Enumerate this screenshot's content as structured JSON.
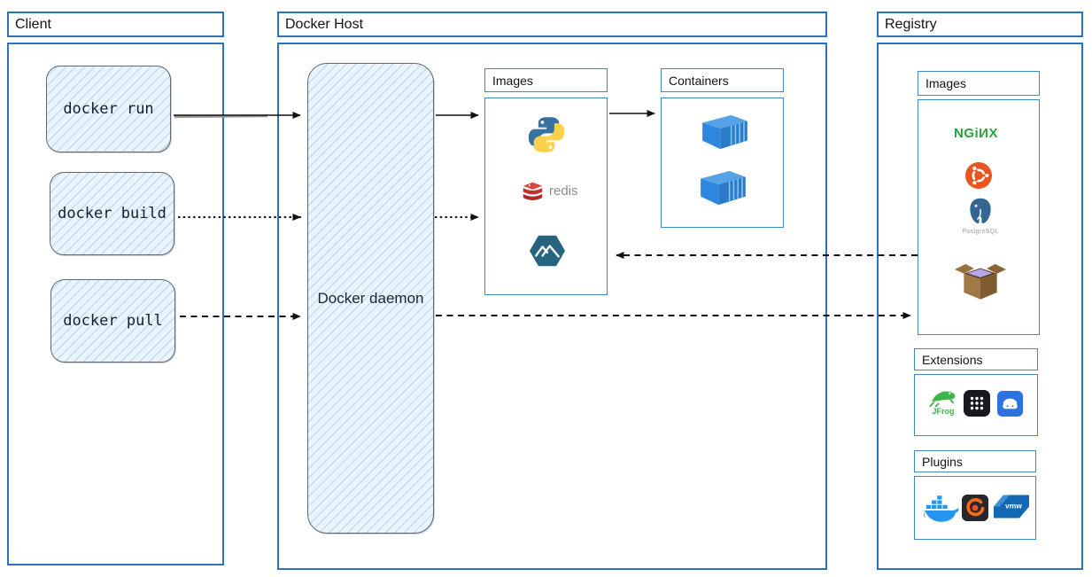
{
  "diagram": {
    "client": {
      "title": "Client",
      "commands": [
        {
          "label": "docker run"
        },
        {
          "label": "docker build"
        },
        {
          "label": "docker pull"
        }
      ]
    },
    "docker_host": {
      "title": "Docker Host",
      "daemon_label": "Docker daemon",
      "images": {
        "title": "Images",
        "items": [
          {
            "icon": "python-logo"
          },
          {
            "icon": "redis-logo",
            "label": "redis"
          },
          {
            "icon": "alpine-logo"
          }
        ]
      },
      "containers": {
        "title": "Containers",
        "items": [
          {
            "icon": "container-box"
          },
          {
            "icon": "container-box"
          }
        ]
      }
    },
    "registry": {
      "title": "Registry",
      "images": {
        "title": "Images",
        "items": [
          {
            "icon": "nginx-logo",
            "label": "NGiИX"
          },
          {
            "icon": "ubuntu-logo"
          },
          {
            "icon": "postgresql-logo",
            "label": "PostgreSQL"
          },
          {
            "icon": "busybox-logo"
          }
        ]
      },
      "extensions": {
        "title": "Extensions",
        "items": [
          {
            "icon": "jfrog-logo",
            "label": "JFrog"
          },
          {
            "icon": "apps-grid-icon"
          },
          {
            "icon": "disk-drive-icon"
          }
        ]
      },
      "plugins": {
        "title": "Plugins",
        "items": [
          {
            "icon": "docker-whale-logo"
          },
          {
            "icon": "grafana-logo"
          },
          {
            "icon": "vmware-logo",
            "label": "vmw"
          }
        ]
      }
    },
    "arrows": [
      {
        "from": "docker-run",
        "to": "docker-daemon",
        "style": "solid"
      },
      {
        "from": "docker-build",
        "to": "docker-daemon",
        "style": "dotted"
      },
      {
        "from": "docker-pull",
        "to": "docker-daemon",
        "style": "dashed"
      },
      {
        "from": "docker-daemon",
        "to": "host-images",
        "style": "solid"
      },
      {
        "from": "docker-daemon",
        "to": "host-images",
        "style": "dotted"
      },
      {
        "from": "host-images",
        "to": "containers",
        "style": "solid"
      },
      {
        "from": "registry-images",
        "to": "host-images",
        "style": "dashed"
      },
      {
        "from": "docker-daemon",
        "to": "registry-images",
        "style": "dashed"
      }
    ],
    "colors": {
      "frame_blue": "#2b72c0",
      "inner_frame_blue": "#3f87cd",
      "node_fill": "#eaf4fc",
      "node_border": "#5e6973",
      "arrow_black": "#111111",
      "nginx_green": "#23a53c",
      "ubuntu_orange": "#e95420",
      "redis_red": "#c6302b",
      "python_blue": "#3872a3",
      "python_yellow": "#fcd24c",
      "alpine_teal": "#26647f",
      "container_blue": "#2e86de",
      "postgres_blue": "#336791",
      "jfrog_green": "#3eb44a",
      "grafana_orange": "#ff6a13",
      "vmware_blue": "#1268b3",
      "docker_blue": "#2496ed"
    }
  }
}
